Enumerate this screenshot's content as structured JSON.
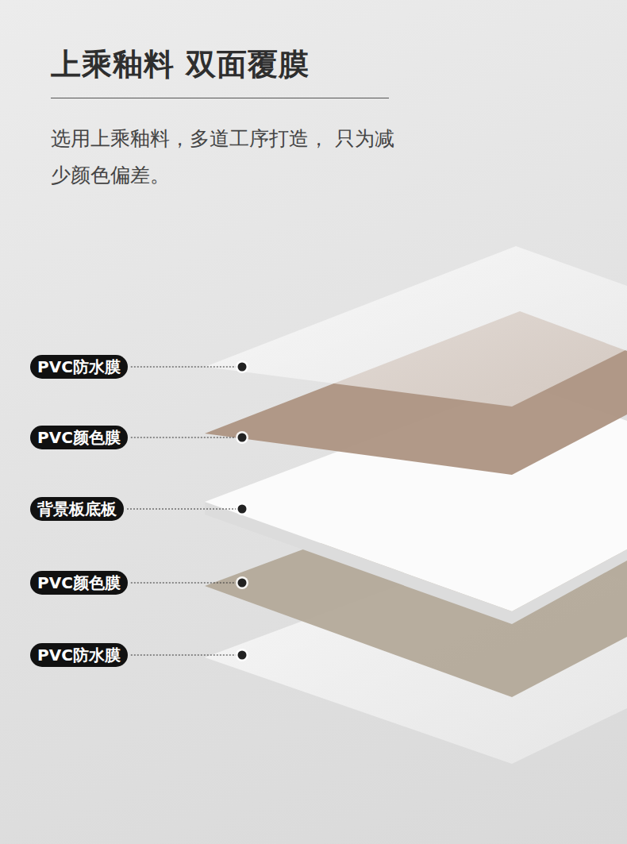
{
  "diagram": {
    "title": "上乘釉料 双面覆膜",
    "nodes": [
      {
        "text": [
          "PVC防水膜"
        ]
      },
      {
        "text": [
          "PVC颜色膜"
        ]
      },
      {
        "text": [
          "背景板底板"
        ]
      },
      {
        "text": [
          "PVC颜色膜"
        ]
      },
      {
        "text": [
          "PVC防水膜"
        ]
      }
    ],
    "labels": [
      "选用上乘釉料，多道工序打造， 只为减少颜色偏差。"
    ]
  }
}
